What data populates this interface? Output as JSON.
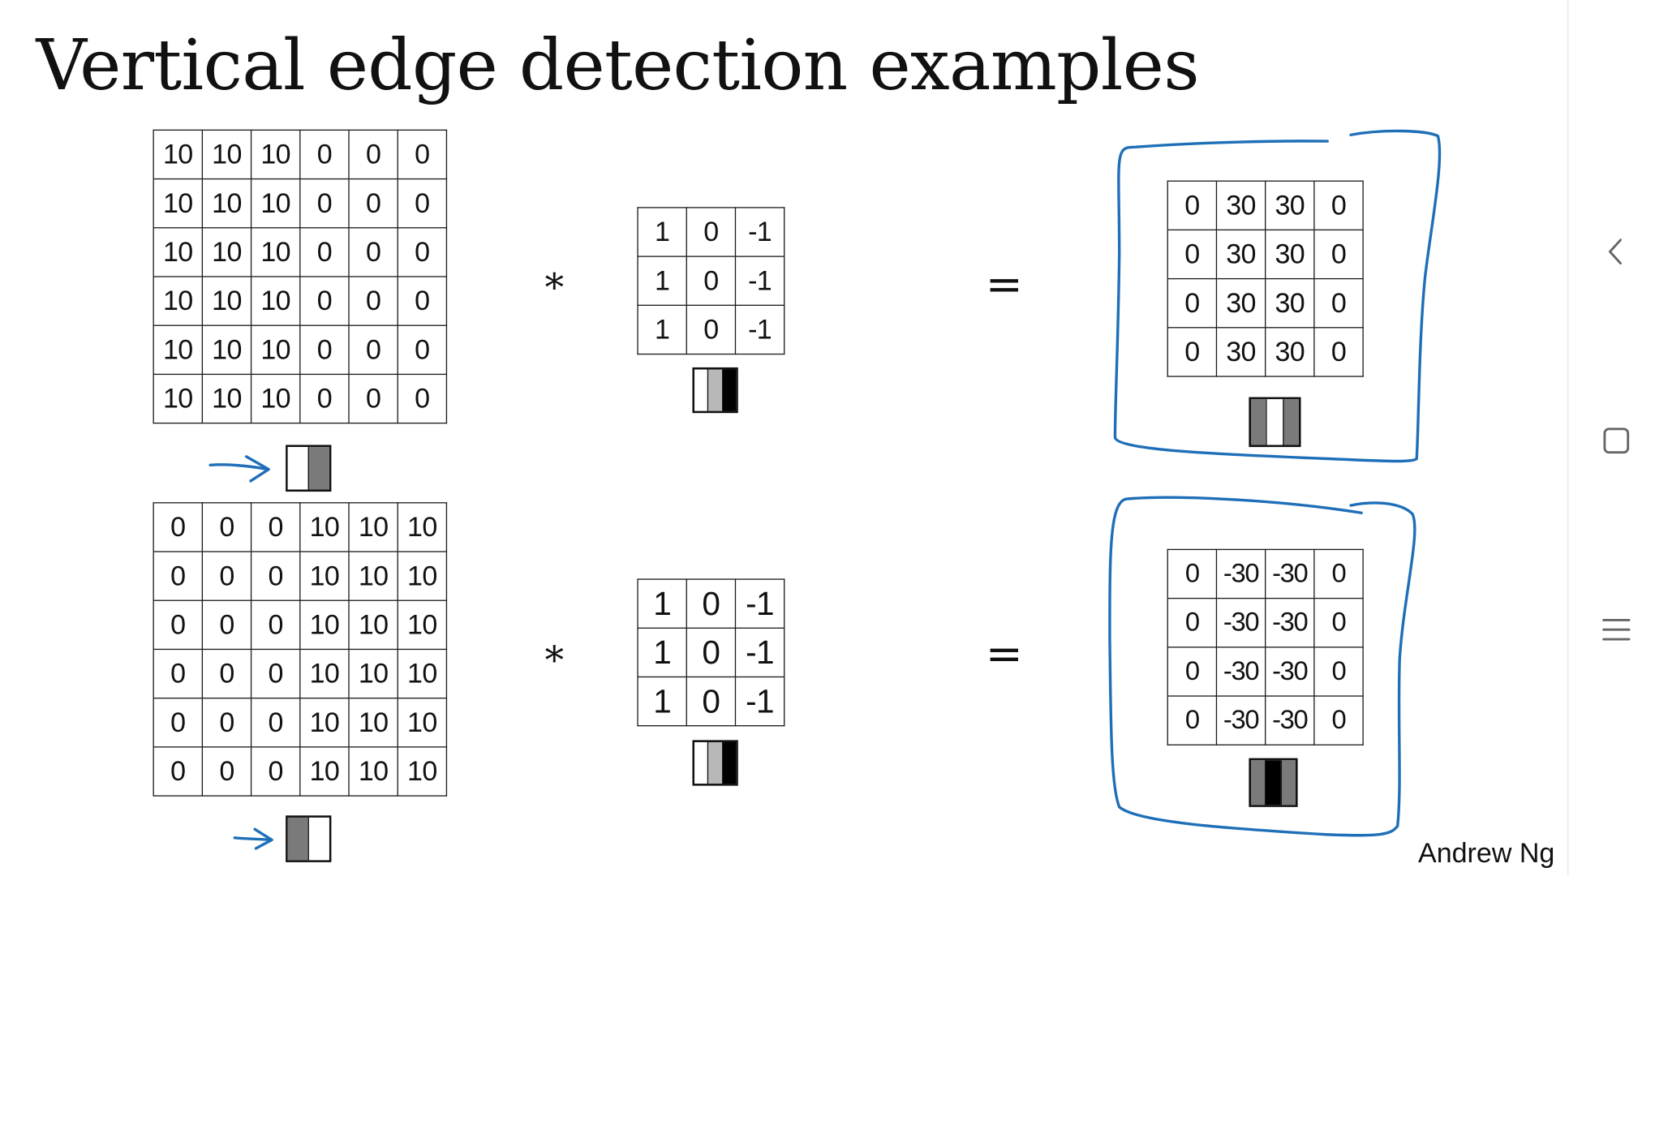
{
  "slide": {
    "title": "Vertical edge detection examples",
    "author": "Andrew Ng",
    "example_1": {
      "input": [
        [
          "10",
          "10",
          "10",
          "0",
          "0",
          "0"
        ],
        [
          "10",
          "10",
          "10",
          "0",
          "0",
          "0"
        ],
        [
          "10",
          "10",
          "10",
          "0",
          "0",
          "0"
        ],
        [
          "10",
          "10",
          "10",
          "0",
          "0",
          "0"
        ],
        [
          "10",
          "10",
          "10",
          "0",
          "0",
          "0"
        ],
        [
          "10",
          "10",
          "10",
          "0",
          "0",
          "0"
        ]
      ],
      "operator": "*",
      "filter": [
        [
          "1",
          "0",
          "-1"
        ],
        [
          "1",
          "0",
          "-1"
        ],
        [
          "1",
          "0",
          "-1"
        ]
      ],
      "equals": "=",
      "output": [
        [
          "0",
          "30",
          "30",
          "0"
        ],
        [
          "0",
          "30",
          "30",
          "0"
        ],
        [
          "0",
          "30",
          "30",
          "0"
        ],
        [
          "0",
          "30",
          "30",
          "0"
        ]
      ]
    },
    "example_2": {
      "input": [
        [
          "0",
          "0",
          "0",
          "10",
          "10",
          "10"
        ],
        [
          "0",
          "0",
          "0",
          "10",
          "10",
          "10"
        ],
        [
          "0",
          "0",
          "0",
          "10",
          "10",
          "10"
        ],
        [
          "0",
          "0",
          "0",
          "10",
          "10",
          "10"
        ],
        [
          "0",
          "0",
          "0",
          "10",
          "10",
          "10"
        ],
        [
          "0",
          "0",
          "0",
          "10",
          "10",
          "10"
        ]
      ],
      "operator": "*",
      "filter": [
        [
          "1",
          "0",
          "-1"
        ],
        [
          "1",
          "0",
          "-1"
        ],
        [
          "1",
          "0",
          "-1"
        ]
      ],
      "equals": "=",
      "output": [
        [
          "0",
          "-30",
          "-30",
          "0"
        ],
        [
          "0",
          "-30",
          "-30",
          "0"
        ],
        [
          "0",
          "-30",
          "-30",
          "0"
        ],
        [
          "0",
          "-30",
          "-30",
          "0"
        ]
      ]
    }
  },
  "swatches": {
    "ex1_input": [
      "#ffffff",
      "#7a7a7a"
    ],
    "ex1_filter": [
      "#ffffff",
      "#b8b8b8",
      "#000000"
    ],
    "ex1_output": [
      "#7a7a7a",
      "#ffffff",
      "#7a7a7a"
    ],
    "ex2_input": [
      "#7a7a7a",
      "#ffffff"
    ],
    "ex2_filter": [
      "#ffffff",
      "#b8b8b8",
      "#000000"
    ],
    "ex2_output": [
      "#7a7a7a",
      "#000000",
      "#7a7a7a"
    ]
  },
  "colors": {
    "annotation_ink": "#1f6fb8",
    "text": "#111111",
    "background": "#ffffff"
  },
  "nav": {
    "back_icon": "chevron-left-icon",
    "overview_icon": "square-icon",
    "menu_icon": "hamburger-menu-icon"
  }
}
